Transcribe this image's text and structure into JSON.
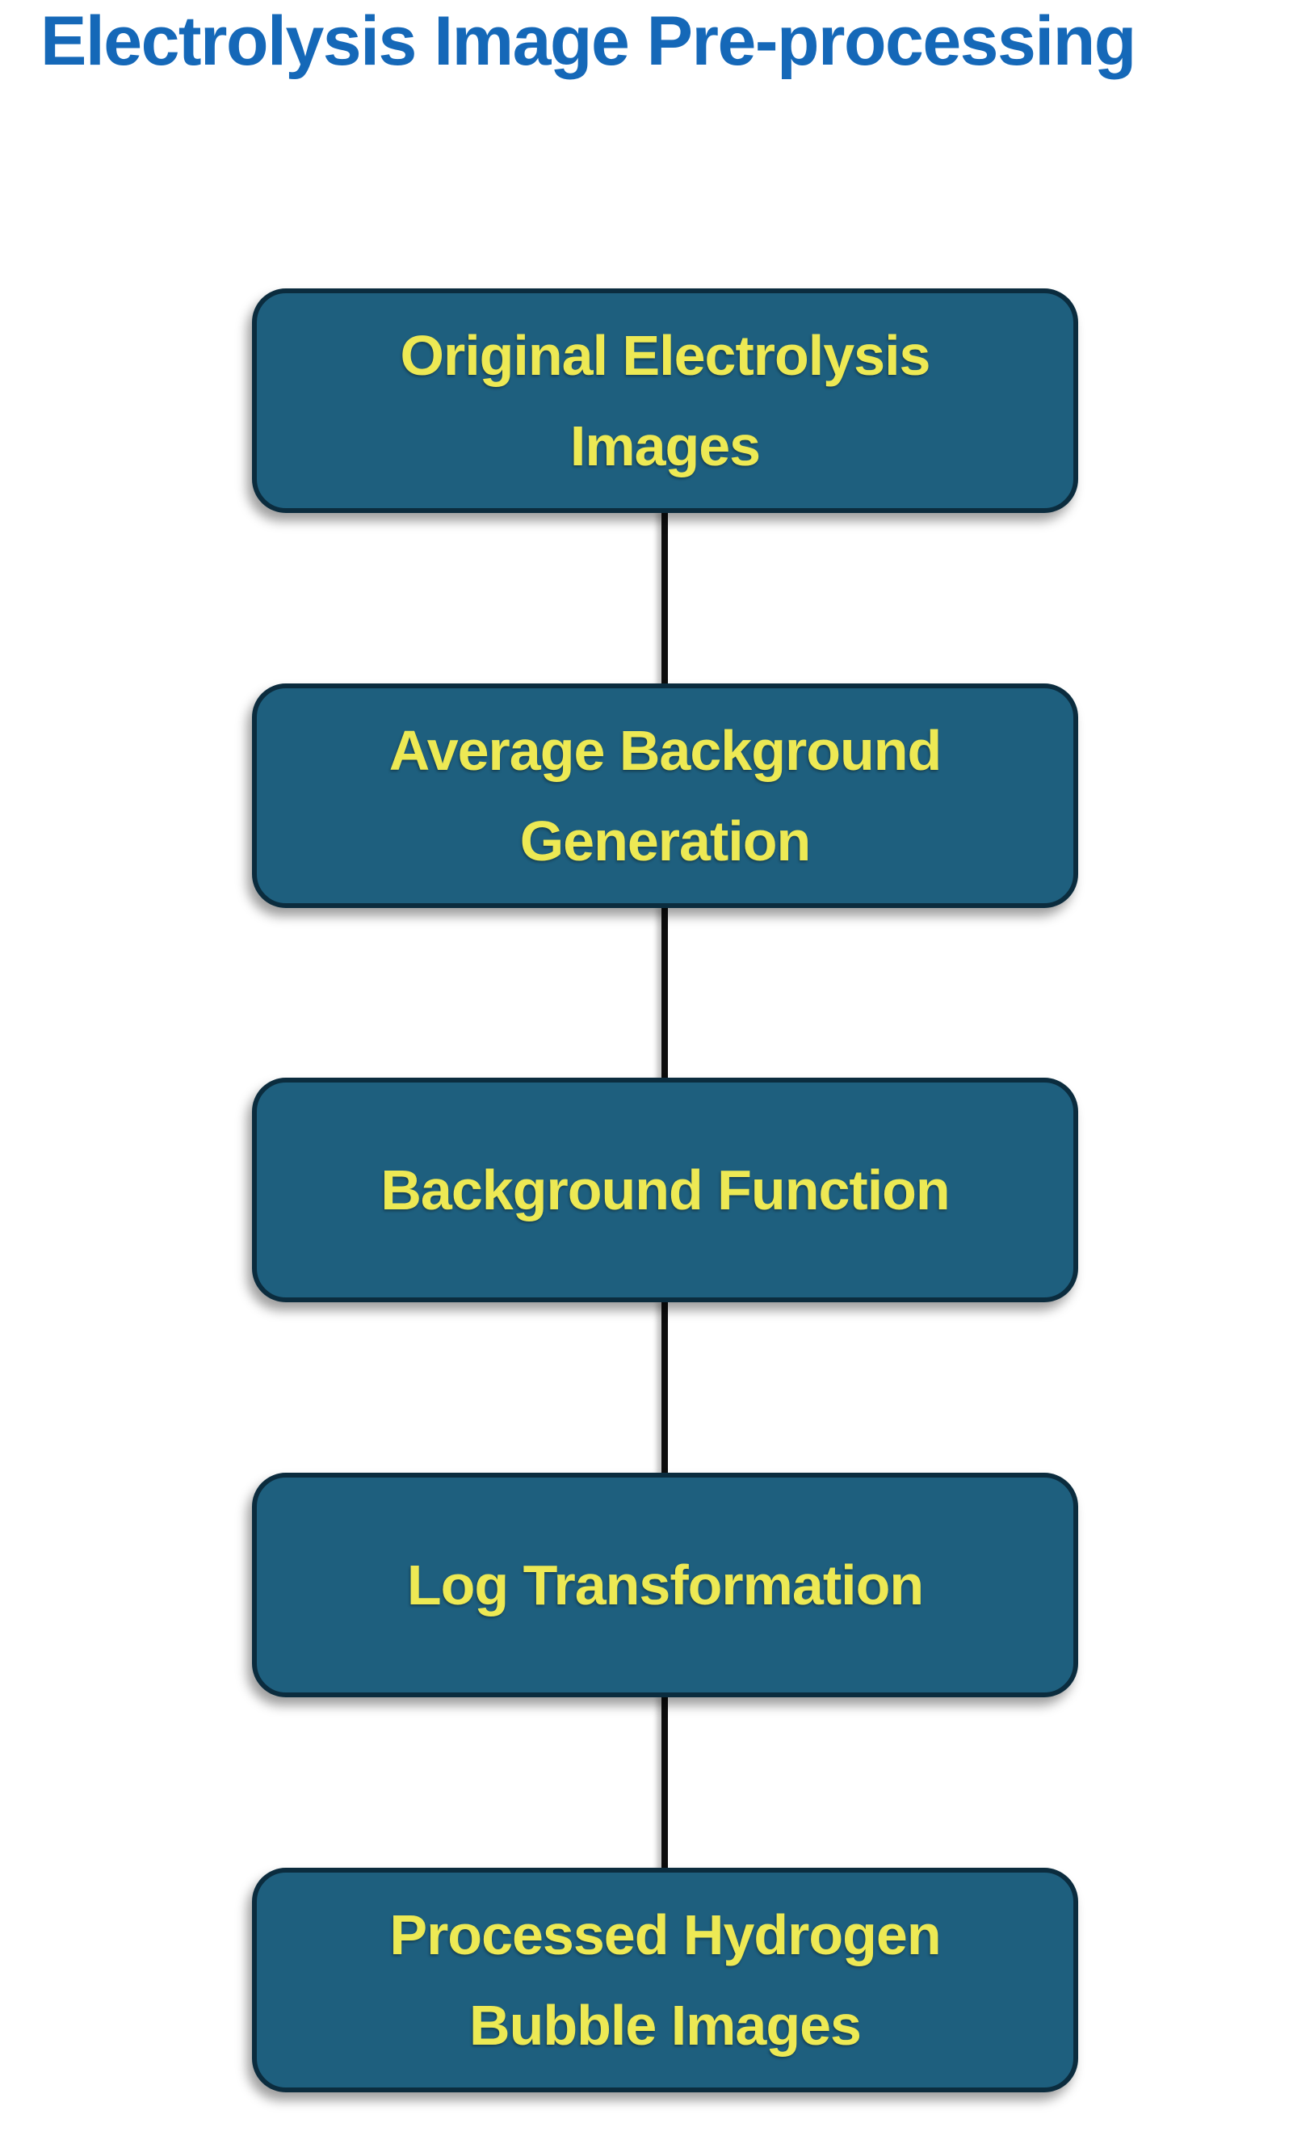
{
  "title": {
    "text": "Electrolysis Image Pre-processing",
    "color": "#1568b8"
  },
  "flowchart": {
    "type": "vertical-flow",
    "nodes": [
      {
        "id": "original-electrolysis-images",
        "label": "Original Electrolysis Images"
      },
      {
        "id": "average-background-generation",
        "label": "Average Background Generation"
      },
      {
        "id": "background-function",
        "label": "Background Function"
      },
      {
        "id": "log-transformation",
        "label": "Log Transformation"
      },
      {
        "id": "processed-hydrogen-bubble-images",
        "label": "Processed Hydrogen Bubble Images"
      }
    ],
    "connections": [
      {
        "from": "original-electrolysis-images",
        "to": "average-background-generation",
        "style": "straight-line"
      },
      {
        "from": "average-background-generation",
        "to": "background-function",
        "style": "straight-line"
      },
      {
        "from": "background-function",
        "to": "log-transformation",
        "style": "straight-line"
      },
      {
        "from": "log-transformation",
        "to": "processed-hydrogen-bubble-images",
        "style": "straight-line"
      }
    ],
    "colors": {
      "node_fill": "#1e5f7e",
      "node_border": "#0b2c3e",
      "node_text": "#ede954",
      "connector": "#0d0d0d",
      "page_background": "#ffffff"
    }
  }
}
